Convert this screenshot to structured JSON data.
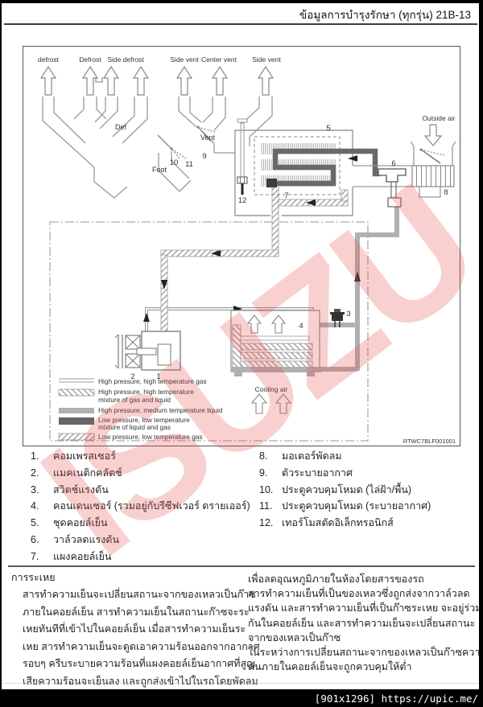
{
  "header": {
    "title": "ข้อมูลการบำรุงรักษา (ทุกรุ่น) 21B-13"
  },
  "watermark": {
    "text": "ISUZU",
    "color": "#e54848"
  },
  "diagram": {
    "vents": [
      "defrost",
      "Defrost",
      "Side defrost",
      "Side vent",
      "Center vent",
      "Side vent"
    ],
    "duct_labels": {
      "def": "Def",
      "vent": "Vent",
      "foot": "Foot"
    },
    "outside_air": "Outside air",
    "cooling_air": "Cooling air",
    "numbers": [
      "1",
      "2",
      "3",
      "4",
      "5",
      "6",
      "7",
      "8",
      "9",
      "10",
      "11",
      "12"
    ],
    "legend": [
      {
        "style": "thin-lines",
        "lines": [
          "High pressure, high temperature gas",
          ""
        ]
      },
      {
        "style": "hatch-forward",
        "lines": [
          "High pressure, high temperature",
          "mixture of gas and liquid"
        ]
      },
      {
        "style": "solid-medium-gray",
        "lines": [
          "High pressure, medium temperature liquid",
          ""
        ]
      },
      {
        "style": "solid-dark-gray",
        "lines": [
          "Low pressure, low temperature",
          "mixture of liquid and gas"
        ]
      },
      {
        "style": "hatch-back",
        "lines": [
          "Low pressure, low temperature gas",
          ""
        ]
      }
    ],
    "figure_code": "RTWC7BLF001001",
    "colors": {
      "pipe_liquid": "#b0b0b0",
      "pipe_dark": "#696969",
      "line_gray": "#999999"
    }
  },
  "parts": [
    {
      "num": "1.",
      "label": "คอมเพรสเซอร์"
    },
    {
      "num": "2.",
      "label": "แมคเนติกคลัตช์"
    },
    {
      "num": "3.",
      "label": "สวิตช์แรงดัน"
    },
    {
      "num": "4.",
      "label": "คอนเดนเซอร์ (รวมอยู่กับรีซีฟเวอร์ ดรายเออร์)"
    },
    {
      "num": "5.",
      "label": "ชุดคอยล์เย็น"
    },
    {
      "num": "6.",
      "label": "วาล์วลดแรงดัน"
    },
    {
      "num": "7.",
      "label": "แผงคอยล์เย็น"
    },
    {
      "num": "8.",
      "label": "มอเตอร์พัดลม"
    },
    {
      "num": "9.",
      "label": "ตัวระบายอากาศ"
    },
    {
      "num": "10.",
      "label": "ประตูควบคุมโหมด (ไล่ฝ้า/พื้น)"
    },
    {
      "num": "11.",
      "label": "ประตูควบคุมโหมด (ระบายอากาศ)"
    },
    {
      "num": "12.",
      "label": "เทอร์โมสตัดอิเล็กทรอนิกส์"
    }
  ],
  "section": {
    "heading": "การระเหย",
    "left_lines": [
      "สารทำความเย็นจะเปลี่ยนสถานะจากของเหลวเป็นก๊าซ",
      "ภายในคอยล์เย็น สารทำความเย็นในสถานะก๊าซจะระ",
      "เหยทันทีที่เข้าไปในคอยล์เย็น เมื่อสารทำความเย็นระ",
      "เหย สารทำความเย็นจะดูดเอาความร้อนออกจากอากาศ",
      "รอบๆ ครีบระบายความร้อนที่แผงคอยล์เย็นอากาศที่สูญ",
      "เสียความร้อนจะเย็นลง และถูกส่งเข้าไปในรถโดยพัดลม"
    ],
    "right_lines": [
      "เพื่อลดอุณหภูมิภายในห้องโดยสารของรถ",
      "สารทำความเย็นที่เป็นของเหลวซึ่งถูกส่งจากวาล์วลด",
      "แรงดัน และสารทำความเย็นที่เป็นก๊าซระเหย จะอยู่ร่วม",
      "กันในคอยล์เย็น และสารทำความเย็นจะเปลี่ยนสถานะ",
      "จากของเหลวเป็นก๊าซ",
      "ในระหว่างการเปลี่ยนสถานะจากของเหลวเป็นก๊าซความ",
      "ดันภายในคอยล์เย็นจะถูกควบคุมให้ต่ำ"
    ]
  },
  "footer": {
    "text": "[901x1296] https://upic.me/"
  }
}
